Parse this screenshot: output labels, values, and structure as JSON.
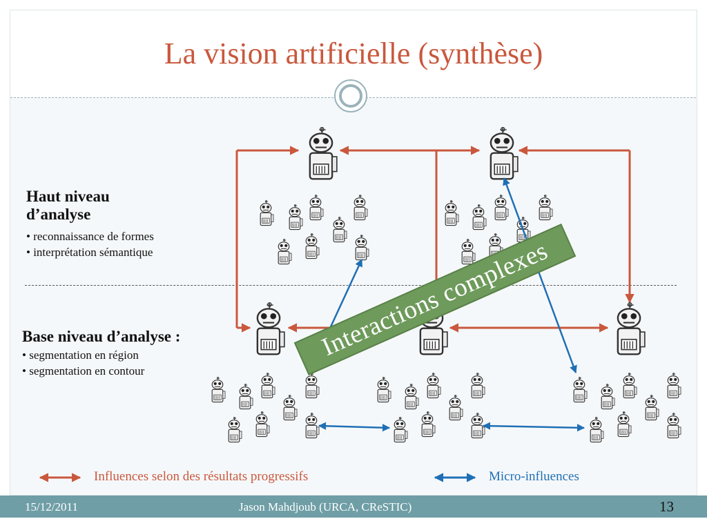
{
  "slide": {
    "title": "La vision artificielle (synthèse)"
  },
  "high_level": {
    "heading_line1": "Haut niveau",
    "heading_line2": "d’analyse",
    "items": [
      "• reconnaissance de formes",
      "• interprétation sémantique"
    ]
  },
  "low_level": {
    "heading": "Base niveau d’analyse :",
    "items": [
      "• segmentation en région",
      "• segmentation en contour"
    ]
  },
  "banner": {
    "label": "Interactions complexes"
  },
  "legend": {
    "orange_label": "Influences selon des résultats progressifs",
    "blue_label": "Micro-influences"
  },
  "footer": {
    "date": "15/12/2011",
    "author": "Jason Mahdjoub (URCA, CReSTIC)",
    "page": "13"
  },
  "colors": {
    "title": "#c9583d",
    "orange_arrow": "#c9583d",
    "blue_arrow": "#1f6fb5",
    "banner": "#6e9a5b",
    "footer": "#6f9ea6"
  },
  "icons": {
    "agent": "robot-agent-icon",
    "decor": "circle-ornament-icon"
  }
}
